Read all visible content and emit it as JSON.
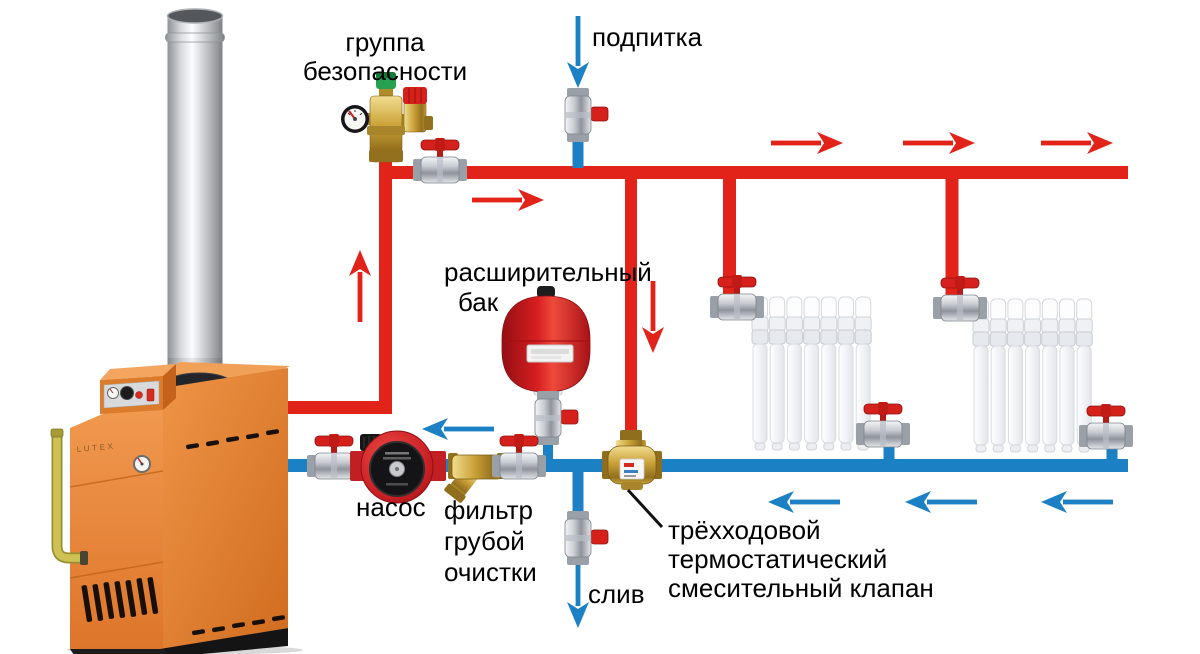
{
  "labels": {
    "safety_group": [
      "группа",
      "безопасности"
    ],
    "makeup": "подпитка",
    "expansion_tank": [
      "расширительный",
      "бак"
    ],
    "pump": "насос",
    "filter": [
      "фильтр",
      "грубой",
      "очистки"
    ],
    "mixing_valve": [
      "трёхходовой",
      "термостатический",
      "смесительный клапан"
    ],
    "drain": "слив",
    "boiler_brand": "LUTEX"
  },
  "components": [
    {
      "name": "boiler",
      "label": ""
    },
    {
      "name": "chimney",
      "label": ""
    },
    {
      "name": "safety-group",
      "label": "группа безопасности"
    },
    {
      "name": "makeup-valve",
      "label": "подпитка"
    },
    {
      "name": "expansion-tank",
      "label": "расширительный бак"
    },
    {
      "name": "circulation-pump",
      "label": "насос"
    },
    {
      "name": "coarse-filter",
      "label": "фильтр грубой очистки"
    },
    {
      "name": "three-way-mixing-valve",
      "label": "трёхходовой термостатический смесительный клапан"
    },
    {
      "name": "radiator",
      "label": ""
    },
    {
      "name": "drain-valve",
      "label": "слив"
    }
  ],
  "colors": {
    "supply_red": "#e2231a",
    "return_blue": "#1b80c4",
    "boiler_orange": "#e8863a",
    "brass": "#c29b3d",
    "radiator_white": "#ffffff"
  }
}
